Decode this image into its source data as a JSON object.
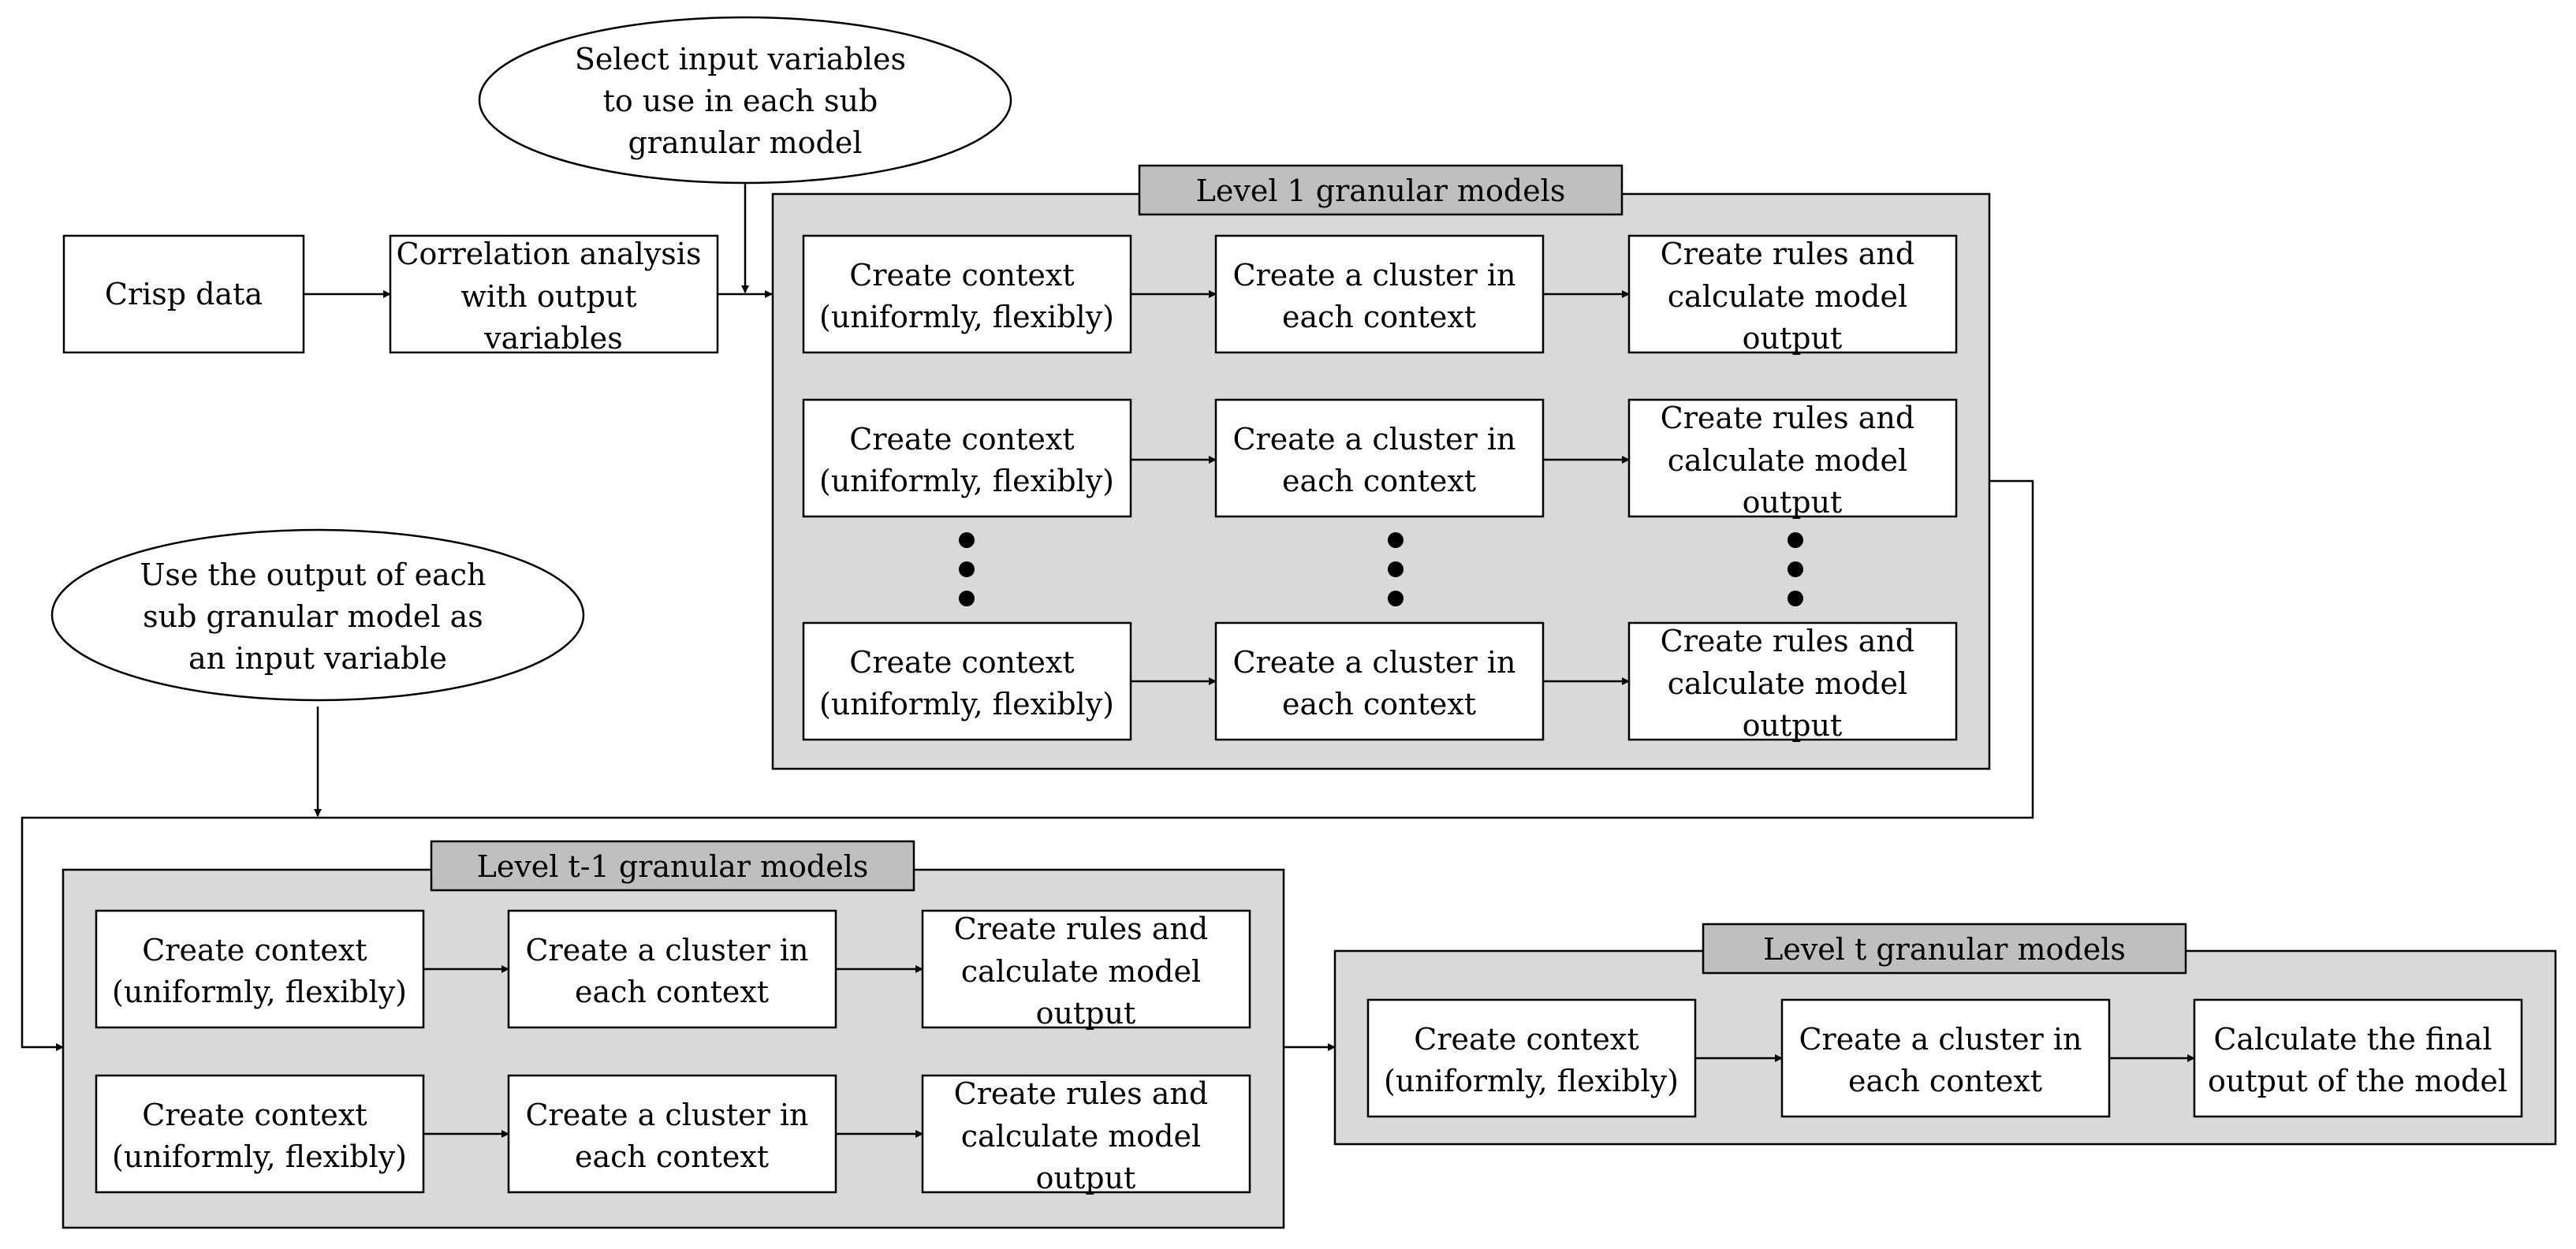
{
  "crisp_data": "Crisp data",
  "correlation": [
    "Correlation analysis",
    "with output",
    "variables"
  ],
  "note_select": [
    "Select input variables",
    "to use in each sub",
    "granular model"
  ],
  "note_use": [
    "Use the output of each",
    "sub granular model as",
    "an input variable"
  ],
  "level1": {
    "title": "Level 1 granular models",
    "rows": [
      {
        "context": [
          "Create context",
          "(uniformly, flexibly)"
        ],
        "cluster": [
          "Create a cluster in",
          "each context"
        ],
        "rules": [
          "Create rules and",
          "calculate model",
          "output"
        ]
      },
      {
        "context": [
          "Create context",
          "(uniformly, flexibly)"
        ],
        "cluster": [
          "Create a cluster in",
          "each context"
        ],
        "rules": [
          "Create rules and",
          "calculate model",
          "output"
        ]
      },
      {
        "context": [
          "Create context",
          "(uniformly, flexibly)"
        ],
        "cluster": [
          "Create a cluster in",
          "each context"
        ],
        "rules": [
          "Create rules and",
          "calculate model",
          "output"
        ]
      }
    ]
  },
  "level_t1": {
    "title": "Level t-1 granular models",
    "rows": [
      {
        "context": [
          "Create context",
          "(uniformly, flexibly)"
        ],
        "cluster": [
          "Create a cluster in",
          "each context"
        ],
        "rules": [
          "Create rules and",
          "calculate model",
          "output"
        ]
      },
      {
        "context": [
          "Create context",
          "(uniformly, flexibly)"
        ],
        "cluster": [
          "Create a cluster in",
          "each context"
        ],
        "rules": [
          "Create rules and",
          "calculate model",
          "output"
        ]
      }
    ]
  },
  "level_t": {
    "title": "Level t granular models",
    "context": [
      "Create context",
      "(uniformly, flexibly)"
    ],
    "cluster": [
      "Create a cluster in",
      "each context"
    ],
    "final": [
      "Calculate the final",
      "output of the model"
    ]
  }
}
